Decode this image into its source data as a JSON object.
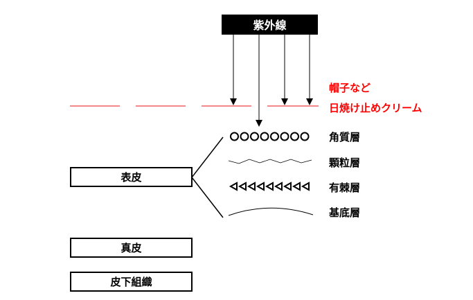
{
  "uv_label": "紫外線",
  "protection": {
    "hat": "帽子など",
    "sunscreen": "日焼け止めクリーム",
    "color": "#ff0000"
  },
  "epidermis_layers": [
    {
      "label": "角質層",
      "marker": "circles"
    },
    {
      "label": "顆粒層",
      "marker": "zigzag"
    },
    {
      "label": "有棘層",
      "marker": "triangles"
    },
    {
      "label": "基底層",
      "marker": "arc"
    }
  ],
  "skin_parts": {
    "epidermis": "表皮",
    "dermis": "真皮",
    "subcutaneous": "皮下組織"
  }
}
